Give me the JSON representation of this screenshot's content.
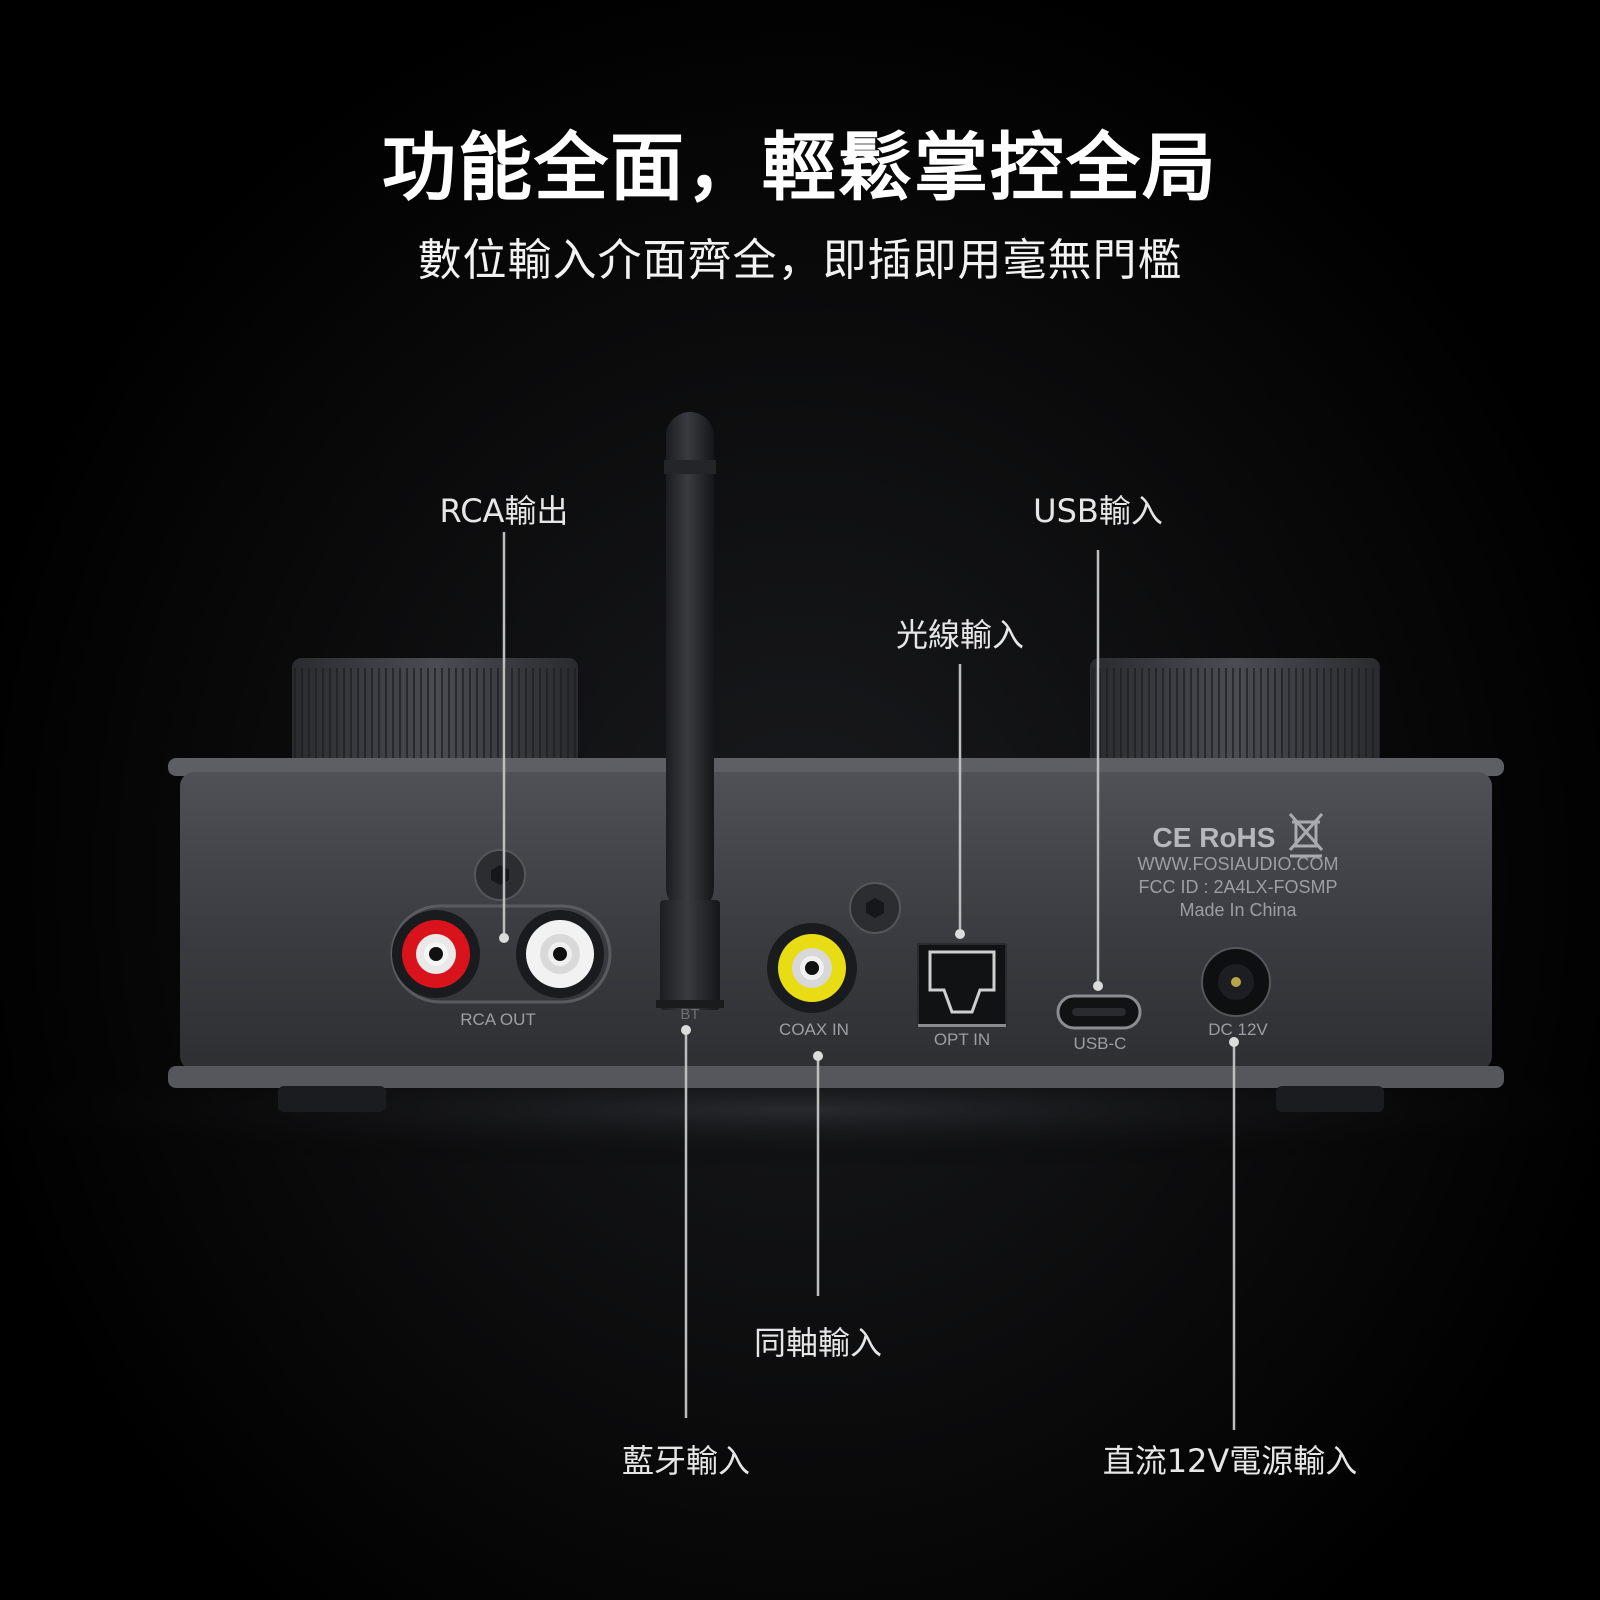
{
  "headline": "功能全面，輕鬆掌控全局",
  "subline": "數位輸入介面齊全，即插即用毫無門檻",
  "callouts": {
    "rca_out": "RCA輸出",
    "usb_in": "USB輸入",
    "optical_in": "光線輸入",
    "coax_in": "同軸輸入",
    "bt_in": "藍牙輸入",
    "dc_in": "直流12V電源輸入"
  },
  "panel": {
    "ce_rohs": "CE RoHS",
    "website": "WWW.FOSIAUDIO.COM",
    "fcc": "FCC ID : 2A4LX-FOSMP",
    "origin": "Made In China",
    "rca_label": "RCA OUT",
    "bt_label": "BT",
    "coax_label": "COAX IN",
    "opt_label": "OPT IN",
    "usb_label": "USB-C",
    "dc_label": "DC 12V"
  },
  "colors": {
    "background": "#000000",
    "chassis": "#3f4046",
    "rca_left": "#d8131b",
    "rca_right": "#f2f2f2",
    "coax": "#e8dc12",
    "callout_line": "#bdbdbd"
  },
  "icons": [
    "weee-bin-icon"
  ]
}
